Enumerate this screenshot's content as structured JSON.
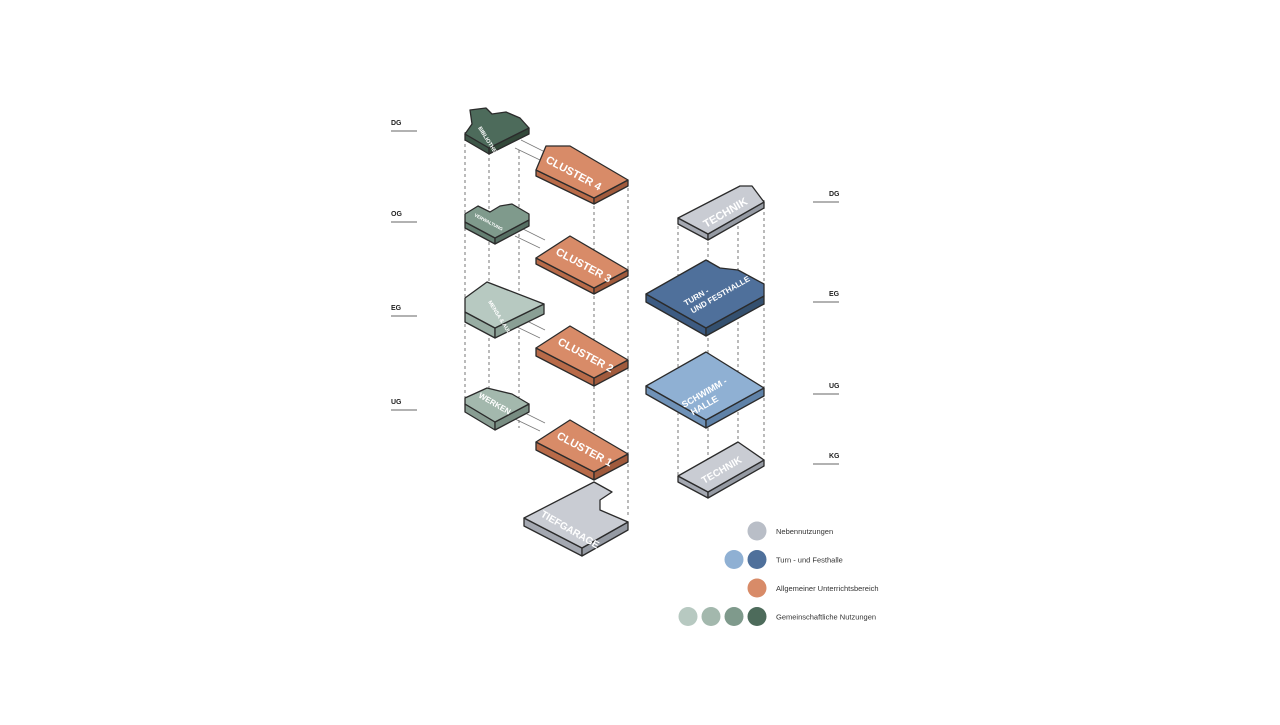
{
  "levels_left": [
    "DG",
    "OG",
    "EG",
    "UG"
  ],
  "levels_right": [
    "DG",
    "EG",
    "UG",
    "KG"
  ],
  "blocks": {
    "bibliothek": "BIBLIOTHEK",
    "cluster4": "CLUSTER 4",
    "verwaltung": "VERWALTUNG",
    "cluster3": "CLUSTER 3",
    "mensa": "MENSA & AULA",
    "cluster2": "CLUSTER 2",
    "werken": "WERKEN",
    "cluster1": "CLUSTER 1",
    "tiefgarage": "TIEFGARAGE",
    "technik_top": "TECHNIK",
    "turnhalle": "TURN - UND FESTHALLE",
    "schwimmhalle": "SCHWIMM - HALLE",
    "technik_bottom": "TECHNIK"
  },
  "legend": [
    {
      "label": "Nebennutzungen",
      "colors": [
        "#b9bec7"
      ]
    },
    {
      "label": "Turn - und Festhalle",
      "colors": [
        "#8fb0d3",
        "#4f709b"
      ]
    },
    {
      "label": "Allgemeiner Unterrichtsbereich",
      "colors": [
        "#d88b68"
      ]
    },
    {
      "label": "Gemeinschaftliche Nutzungen",
      "colors": [
        "#b7c9c1",
        "#a3b8ad",
        "#7f9a8c",
        "#4d6b5b"
      ]
    }
  ],
  "colors": {
    "cluster": "#d88b68",
    "cluster_side": "#b86a48",
    "technik": "#c9ccd3",
    "technik_side": "#a4a8b1",
    "turn": "#4f709b",
    "turn_side": "#3d5b82",
    "schwimm": "#8fb0d3",
    "schwimm_side": "#6f92b8",
    "bib": "#4d6b5b",
    "verw": "#7f9a8c",
    "mensa": "#b7c9c1",
    "werken": "#a3b8ad"
  }
}
